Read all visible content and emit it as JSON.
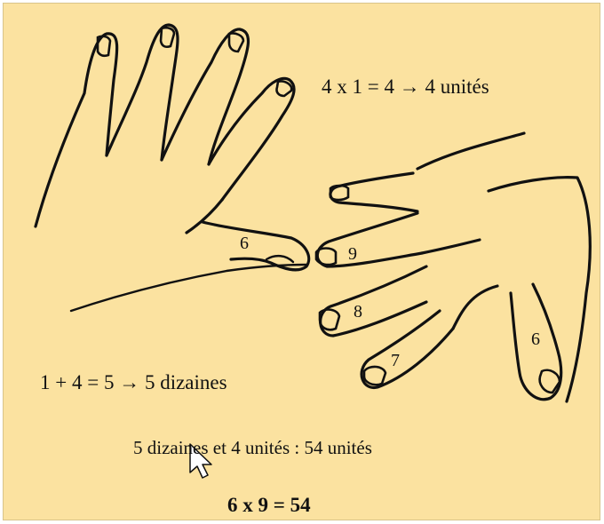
{
  "colors": {
    "background": "#fbe2a0",
    "ink": "#111111"
  },
  "equations": {
    "units": "4 x 1 = 4 → 4 unités",
    "tens": "1 + 4  = 5    → 5 dizaines",
    "combined": "5 dizaines et 4 unités : 54 unités",
    "result": "6   x   9 =   54"
  },
  "finger_labels": {
    "left_hand_bent": "6",
    "right_hand_top": "9",
    "right_hand_mid": "8",
    "right_hand_low": "7",
    "right_hand_thumb": "6"
  },
  "icons": {
    "cursor": "mouse-pointer-icon"
  }
}
